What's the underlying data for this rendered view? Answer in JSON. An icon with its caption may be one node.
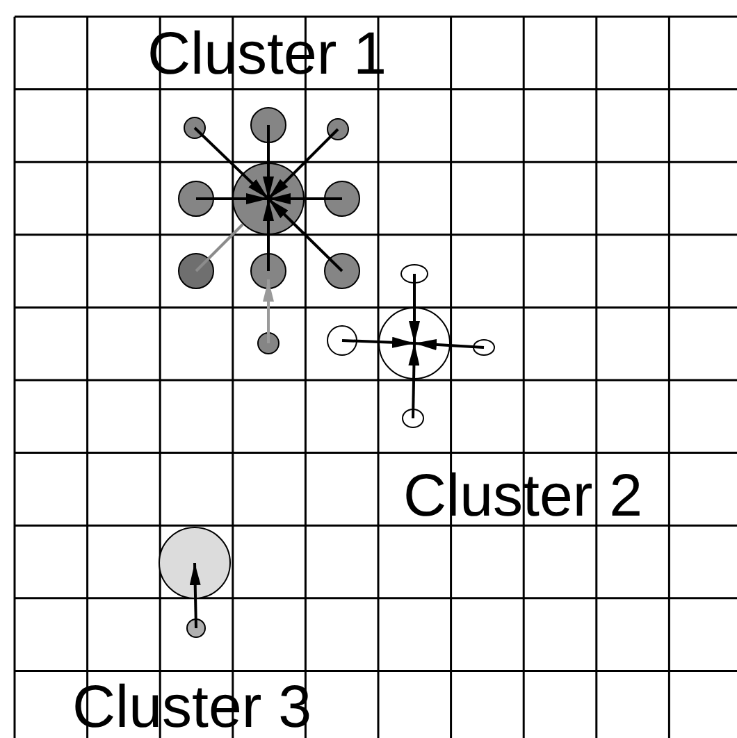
{
  "diagram": {
    "nodes": [
      {
        "text": [],
        "shape": "circle"
      },
      {
        "text": [],
        "shape": "circle"
      },
      {
        "text": [],
        "shape": "circle"
      },
      {
        "text": [],
        "shape": "circle"
      },
      {
        "text": [],
        "shape": "circle"
      },
      {
        "text": [],
        "shape": "circle"
      },
      {
        "text": [],
        "shape": "circle"
      },
      {
        "text": [],
        "shape": "circle"
      },
      {
        "text": [],
        "shape": "circle"
      },
      {
        "text": [],
        "shape": "circle"
      },
      {
        "text": [],
        "shape": "circle"
      },
      {
        "text": [],
        "shape": "circle"
      },
      {
        "text": [],
        "shape": "circle"
      },
      {
        "text": [],
        "shape": "circle"
      },
      {
        "text": [],
        "shape": "circle"
      },
      {
        "text": [],
        "shape": "circle"
      },
      {
        "text": [],
        "shape": "circle"
      }
    ],
    "edges": [
      {
        "from": 1,
        "to": 0,
        "arrow": "to"
      },
      {
        "from": 2,
        "to": 0,
        "arrow": "to"
      },
      {
        "from": 3,
        "to": 0,
        "arrow": "to"
      },
      {
        "from": 4,
        "to": 0,
        "arrow": "to"
      },
      {
        "from": 5,
        "to": 0,
        "arrow": "to"
      },
      {
        "from": 6,
        "to": 0,
        "arrow": "none",
        "color": "#8c8c8c"
      },
      {
        "from": 7,
        "to": 0,
        "arrow": "to"
      },
      {
        "from": 8,
        "to": 0,
        "arrow": "to"
      },
      {
        "from": 9,
        "to": 7,
        "arrow": "to",
        "color": "#9a9a9a"
      },
      {
        "from": 11,
        "to": 10,
        "arrow": "to"
      },
      {
        "from": 12,
        "to": 10,
        "arrow": "to"
      },
      {
        "from": 13,
        "to": 10,
        "arrow": "to"
      },
      {
        "from": 14,
        "to": 10,
        "arrow": "to"
      },
      {
        "from": 16,
        "to": 15,
        "arrow": "to"
      }
    ],
    "labels": [
      "Cluster 1",
      "Cluster 2",
      "Cluster 3"
    ]
  }
}
